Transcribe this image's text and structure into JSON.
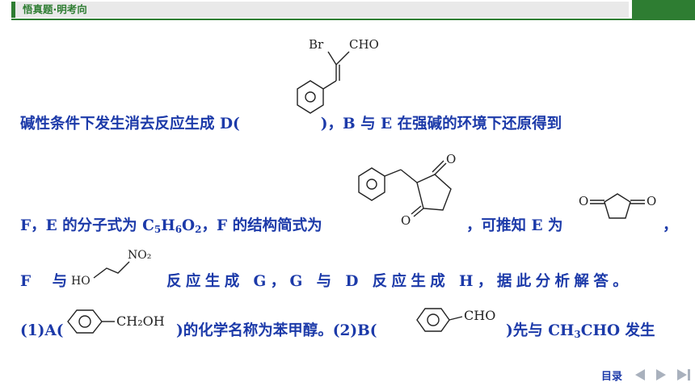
{
  "header": {
    "title": "悟真题·明考向"
  },
  "lines": {
    "l1_before": "碱性条件下发生消去反应生成 D(",
    "l1_after": ")，B 与 E 在强碱的环境下还原得到",
    "l2_a": "F，E 的分子式为 C",
    "l2_sub1": "5",
    "l2_b": "H",
    "l2_sub2": "6",
    "l2_c": "O",
    "l2_sub3": "2",
    "l2_d": "，F 的结构简式为",
    "l2_e": "，可推知 E 为",
    "l2_f": "，",
    "l3_a": "F 与",
    "l3_b": "反应生成 G，G 与 D 反应生成 H，据此分析解答。",
    "l4_a": "(1)A(",
    "l4_b": ")的化学名称为苯甲醇。(2)B(",
    "l4_c": ")先与 CH",
    "l4_sub": "3",
    "l4_d": "CHO 发生"
  },
  "molecules": {
    "d_br": "Br",
    "d_cho": "CHO",
    "f_o1": "O",
    "f_o2": "O",
    "e_o1": "O",
    "e_o2": "O",
    "nitro_no2": "NO₂",
    "nitro_ho": "HO",
    "a_ch2oh": "CH₂OH",
    "b_cho": "CHO"
  },
  "nav": {
    "toc_label": "目录"
  },
  "colors": {
    "accent": "#2e7d32",
    "text": "#1c3aa9",
    "header_bar": "#e9e9e9"
  }
}
